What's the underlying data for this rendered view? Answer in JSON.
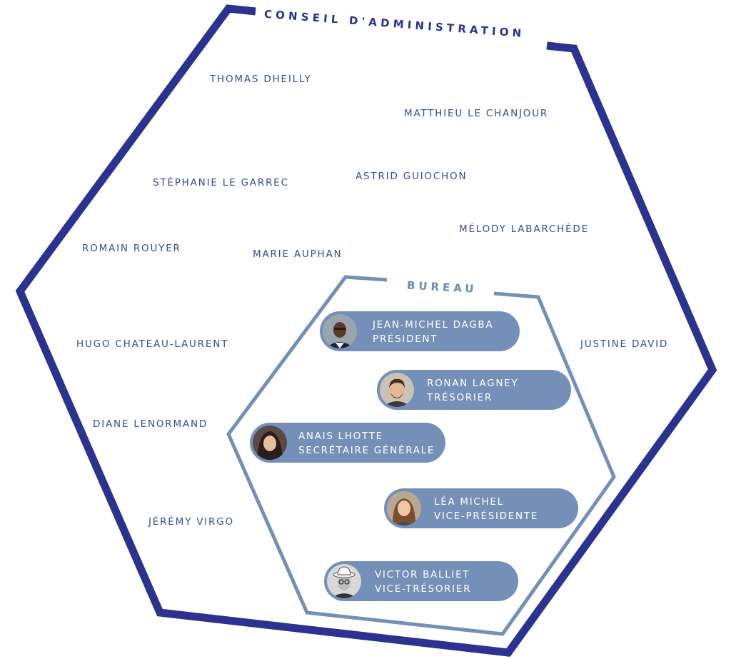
{
  "council": {
    "title": "CONSEIL D'ADMINISTRATION",
    "color": "#2b3290",
    "members": [
      "THOMAS DHEILLY",
      "MATTHIEU LE CHANJOUR",
      "STÉPHANIE LE GARREC",
      "ASTRID GUIOCHON",
      "MÉLODY LABARCHÈDE",
      "ROMAIN ROUYER",
      "MARIE AUPHAN",
      "HUGO CHATEAU-LAURENT",
      "JUSTINE DAVID",
      "DIANE LENORMAND",
      "JÉRÉMY VIRGO"
    ]
  },
  "bureau": {
    "title": "BUREAU",
    "color": "#7490b8",
    "officers": [
      {
        "name": "JEAN-MICHEL DAGBA",
        "role": "PRÉSIDENT",
        "avatar": "person-avatar-icon"
      },
      {
        "name": "RONAN LAGNEY",
        "role": "TRÉSORIER",
        "avatar": "person-avatar-icon"
      },
      {
        "name": "ANAIS LHOTTE",
        "role": "SECRÉTAIRE GÉNÉRALE",
        "avatar": "person-avatar-icon"
      },
      {
        "name": "LÉA MICHEL",
        "role": "VICE-PRÉSIDENTE",
        "avatar": "person-avatar-icon"
      },
      {
        "name": "VICTOR BALLIET",
        "role": "VICE-TRÉSORIER",
        "avatar": "person-avatar-icon"
      }
    ]
  }
}
